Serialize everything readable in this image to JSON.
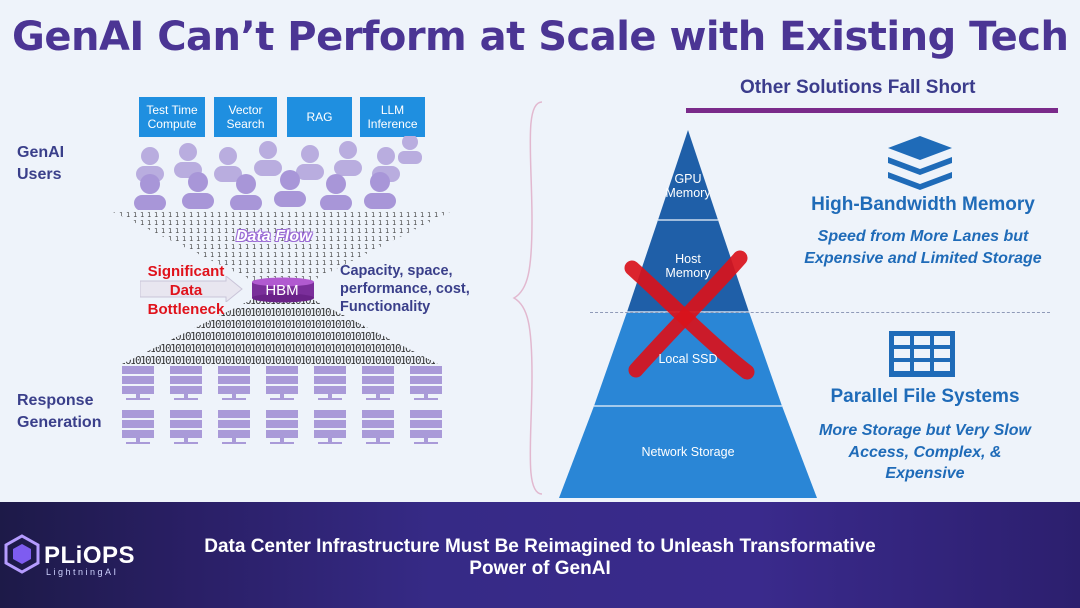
{
  "title": "GenAI Can’t Perform at Scale with Existing Tech",
  "left_panel": {
    "task_boxes": [
      "Test Time Compute",
      "Vector Search",
      "RAG",
      "LLM Inference"
    ],
    "users_label": "GenAI Users",
    "data_flow_label": "Data Flow",
    "bottleneck_label": "Significant Data Bottleneck",
    "hbm_label": "HBM",
    "capacity_text": "Capacity, space, performance, cost, Functionality",
    "response_label": "Response Generation"
  },
  "right_panel": {
    "heading": "Other Solutions Fall Short",
    "pyramid_levels": [
      "GPU Memory",
      "Host Memory",
      "Local SSD",
      "Network Storage"
    ],
    "features": [
      {
        "title": "High-Bandwidth Memory",
        "description": "Speed from More Lanes but Expensive and Limited Storage",
        "icon": "layers-icon"
      },
      {
        "title": "Parallel File Systems",
        "description": "More Storage but Very Slow Access, Complex, & Expensive",
        "icon": "grid-table-icon"
      }
    ]
  },
  "footer": {
    "logo": "PLiOPS",
    "logo_subtitle": "LightningAI",
    "message": "Data Center Infrastructure Must Be Reimagined to Unleash Transformative Power of GenAI"
  },
  "colors": {
    "title": "#4b3594",
    "accent_blue": "#1f8fe0",
    "pyramid_dark": "#1f5fa8",
    "pyramid_light": "#2a86d6",
    "cross_red": "#d9121b",
    "user_icon": "#b9addf",
    "server_icon": "#a99ad8"
  }
}
